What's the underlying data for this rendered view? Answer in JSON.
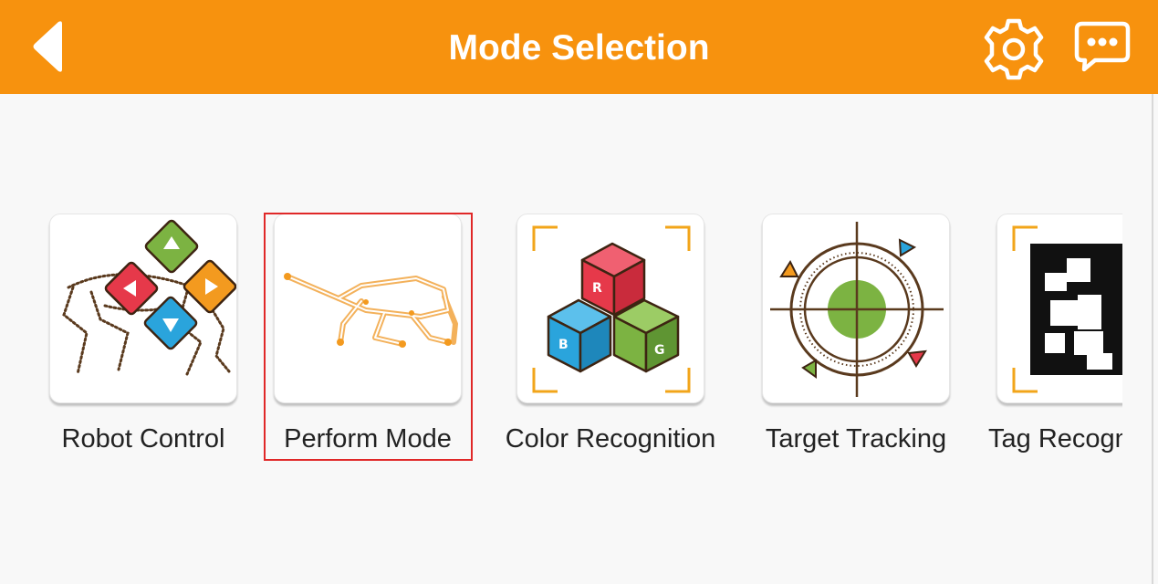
{
  "header": {
    "title": "Mode Selection",
    "background": "#f7920e",
    "back_icon": "back-arrow-icon",
    "settings_icon": "gear-icon",
    "chat_icon": "chat-bubble-icon"
  },
  "modes": [
    {
      "label": "Robot Control",
      "icon": "robot-control-icon",
      "selected": false
    },
    {
      "label": "Perform Mode",
      "icon": "perform-mode-icon",
      "selected": true
    },
    {
      "label": "Color Recognition",
      "icon": "color-recognition-icon",
      "selected": false
    },
    {
      "label": "Target Tracking",
      "icon": "target-tracking-icon",
      "selected": false
    },
    {
      "label": "Tag Recognition",
      "icon": "tag-recognition-icon",
      "selected": false
    }
  ],
  "colors": {
    "accent": "#f7920e",
    "selection": "#e02828",
    "red": "#e6394a",
    "green": "#7cb342",
    "blue": "#2aa4dc",
    "orange": "#f39a1f"
  }
}
